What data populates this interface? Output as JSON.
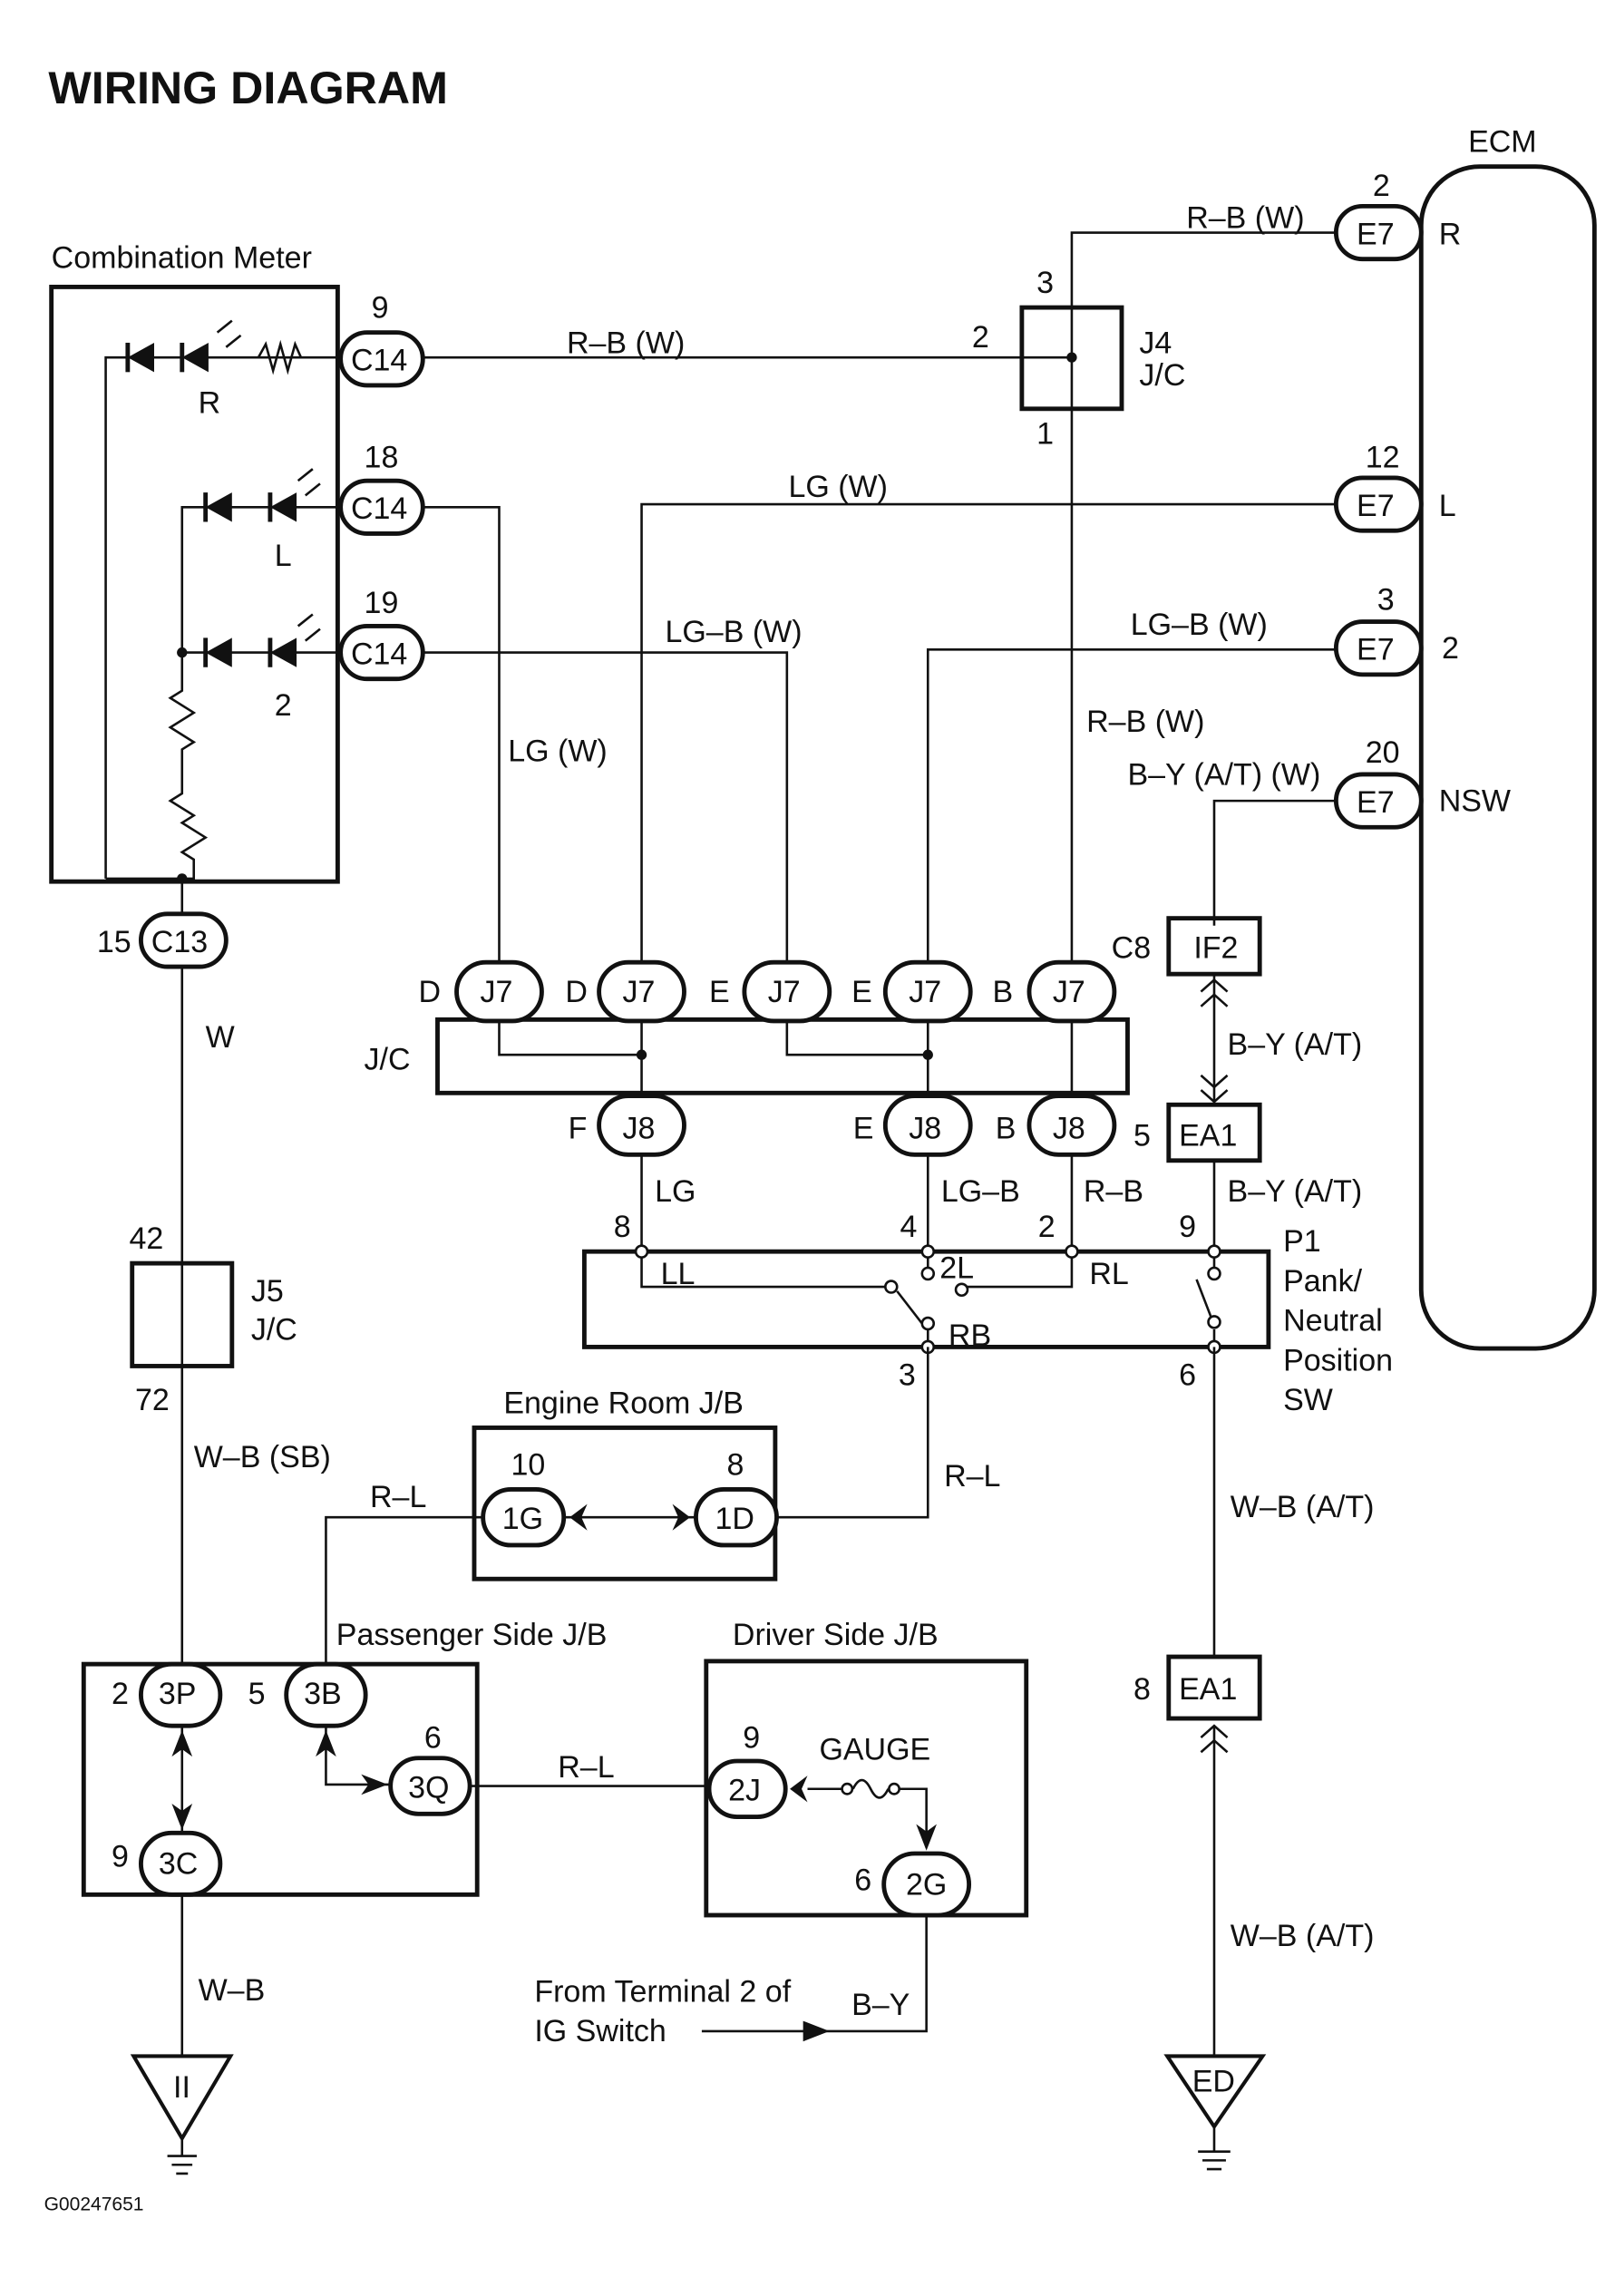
{
  "title": "WIRING DIAGRAM",
  "figure_id": "G00247651",
  "components": {
    "combination_meter": {
      "label": "Combination Meter",
      "indicators": [
        "R",
        "L",
        "2"
      ]
    },
    "ecm": {
      "label": "ECM",
      "terminals": [
        "R",
        "L",
        "2",
        "NSW"
      ]
    },
    "j4": {
      "id": "J4",
      "type": "J/C",
      "pins": [
        "3",
        "2",
        "1"
      ]
    },
    "j5": {
      "id": "J5",
      "type": "J/C",
      "pins": [
        "42",
        "72"
      ]
    },
    "jc_main": {
      "label": "J/C"
    },
    "engine_room_jb": {
      "label": "Engine Room J/B"
    },
    "passenger_jb": {
      "label": "Passenger Side J/B"
    },
    "driver_jb": {
      "label": "Driver Side J/B",
      "gauge": "GAUGE"
    },
    "p1": {
      "lines": [
        "P1",
        "Pank/",
        "Neutral",
        "Position",
        "SW"
      ],
      "contacts": [
        "LL",
        "2L",
        "RL",
        "RB"
      ]
    },
    "ig_note": {
      "lines": [
        "From Terminal 2 of",
        "IG Switch"
      ]
    },
    "grounds": [
      "II",
      "ED"
    ]
  },
  "connectors": [
    {
      "id": "C14",
      "pin": "9"
    },
    {
      "id": "C14",
      "pin": "18"
    },
    {
      "id": "C14",
      "pin": "19"
    },
    {
      "id": "C13",
      "pin": "15"
    },
    {
      "id": "E7",
      "pin": "2"
    },
    {
      "id": "E7",
      "pin": "12"
    },
    {
      "id": "E7",
      "pin": "3"
    },
    {
      "id": "E7",
      "pin": "20"
    },
    {
      "id": "J7",
      "pin": "D"
    },
    {
      "id": "J7",
      "pin": "D"
    },
    {
      "id": "J7",
      "pin": "E"
    },
    {
      "id": "J7",
      "pin": "E"
    },
    {
      "id": "J7",
      "pin": "B"
    },
    {
      "id": "J8",
      "pin": "F"
    },
    {
      "id": "J8",
      "pin": "E"
    },
    {
      "id": "J8",
      "pin": "B"
    },
    {
      "id": "IF2",
      "pin": "C8"
    },
    {
      "id": "EA1",
      "pin": "5"
    },
    {
      "id": "EA1",
      "pin": "8"
    },
    {
      "id": "1G",
      "pin": "10"
    },
    {
      "id": "1D",
      "pin": "8"
    },
    {
      "id": "3P",
      "pin": "2"
    },
    {
      "id": "3B",
      "pin": "5"
    },
    {
      "id": "3Q",
      "pin": "6"
    },
    {
      "id": "3C",
      "pin": "9"
    },
    {
      "id": "2J",
      "pin": "9"
    },
    {
      "id": "2G",
      "pin": "6"
    }
  ],
  "p1_pins": [
    "8",
    "4",
    "2",
    "9",
    "3",
    "6"
  ],
  "wires": {
    "rb_w": "R–B (W)",
    "lg_w": "LG (W)",
    "lgb_w": "LG–B (W)",
    "by_at_w": "B–Y (A/T) (W)",
    "by_at": "B–Y (A/T)",
    "lg": "LG",
    "lgb": "LG–B",
    "rb": "R–B",
    "w": "W",
    "wb_sb": "W–B (SB)",
    "rl": "R–L",
    "wb_at": "W–B (A/T)",
    "wb": "W–B",
    "by": "B–Y"
  }
}
